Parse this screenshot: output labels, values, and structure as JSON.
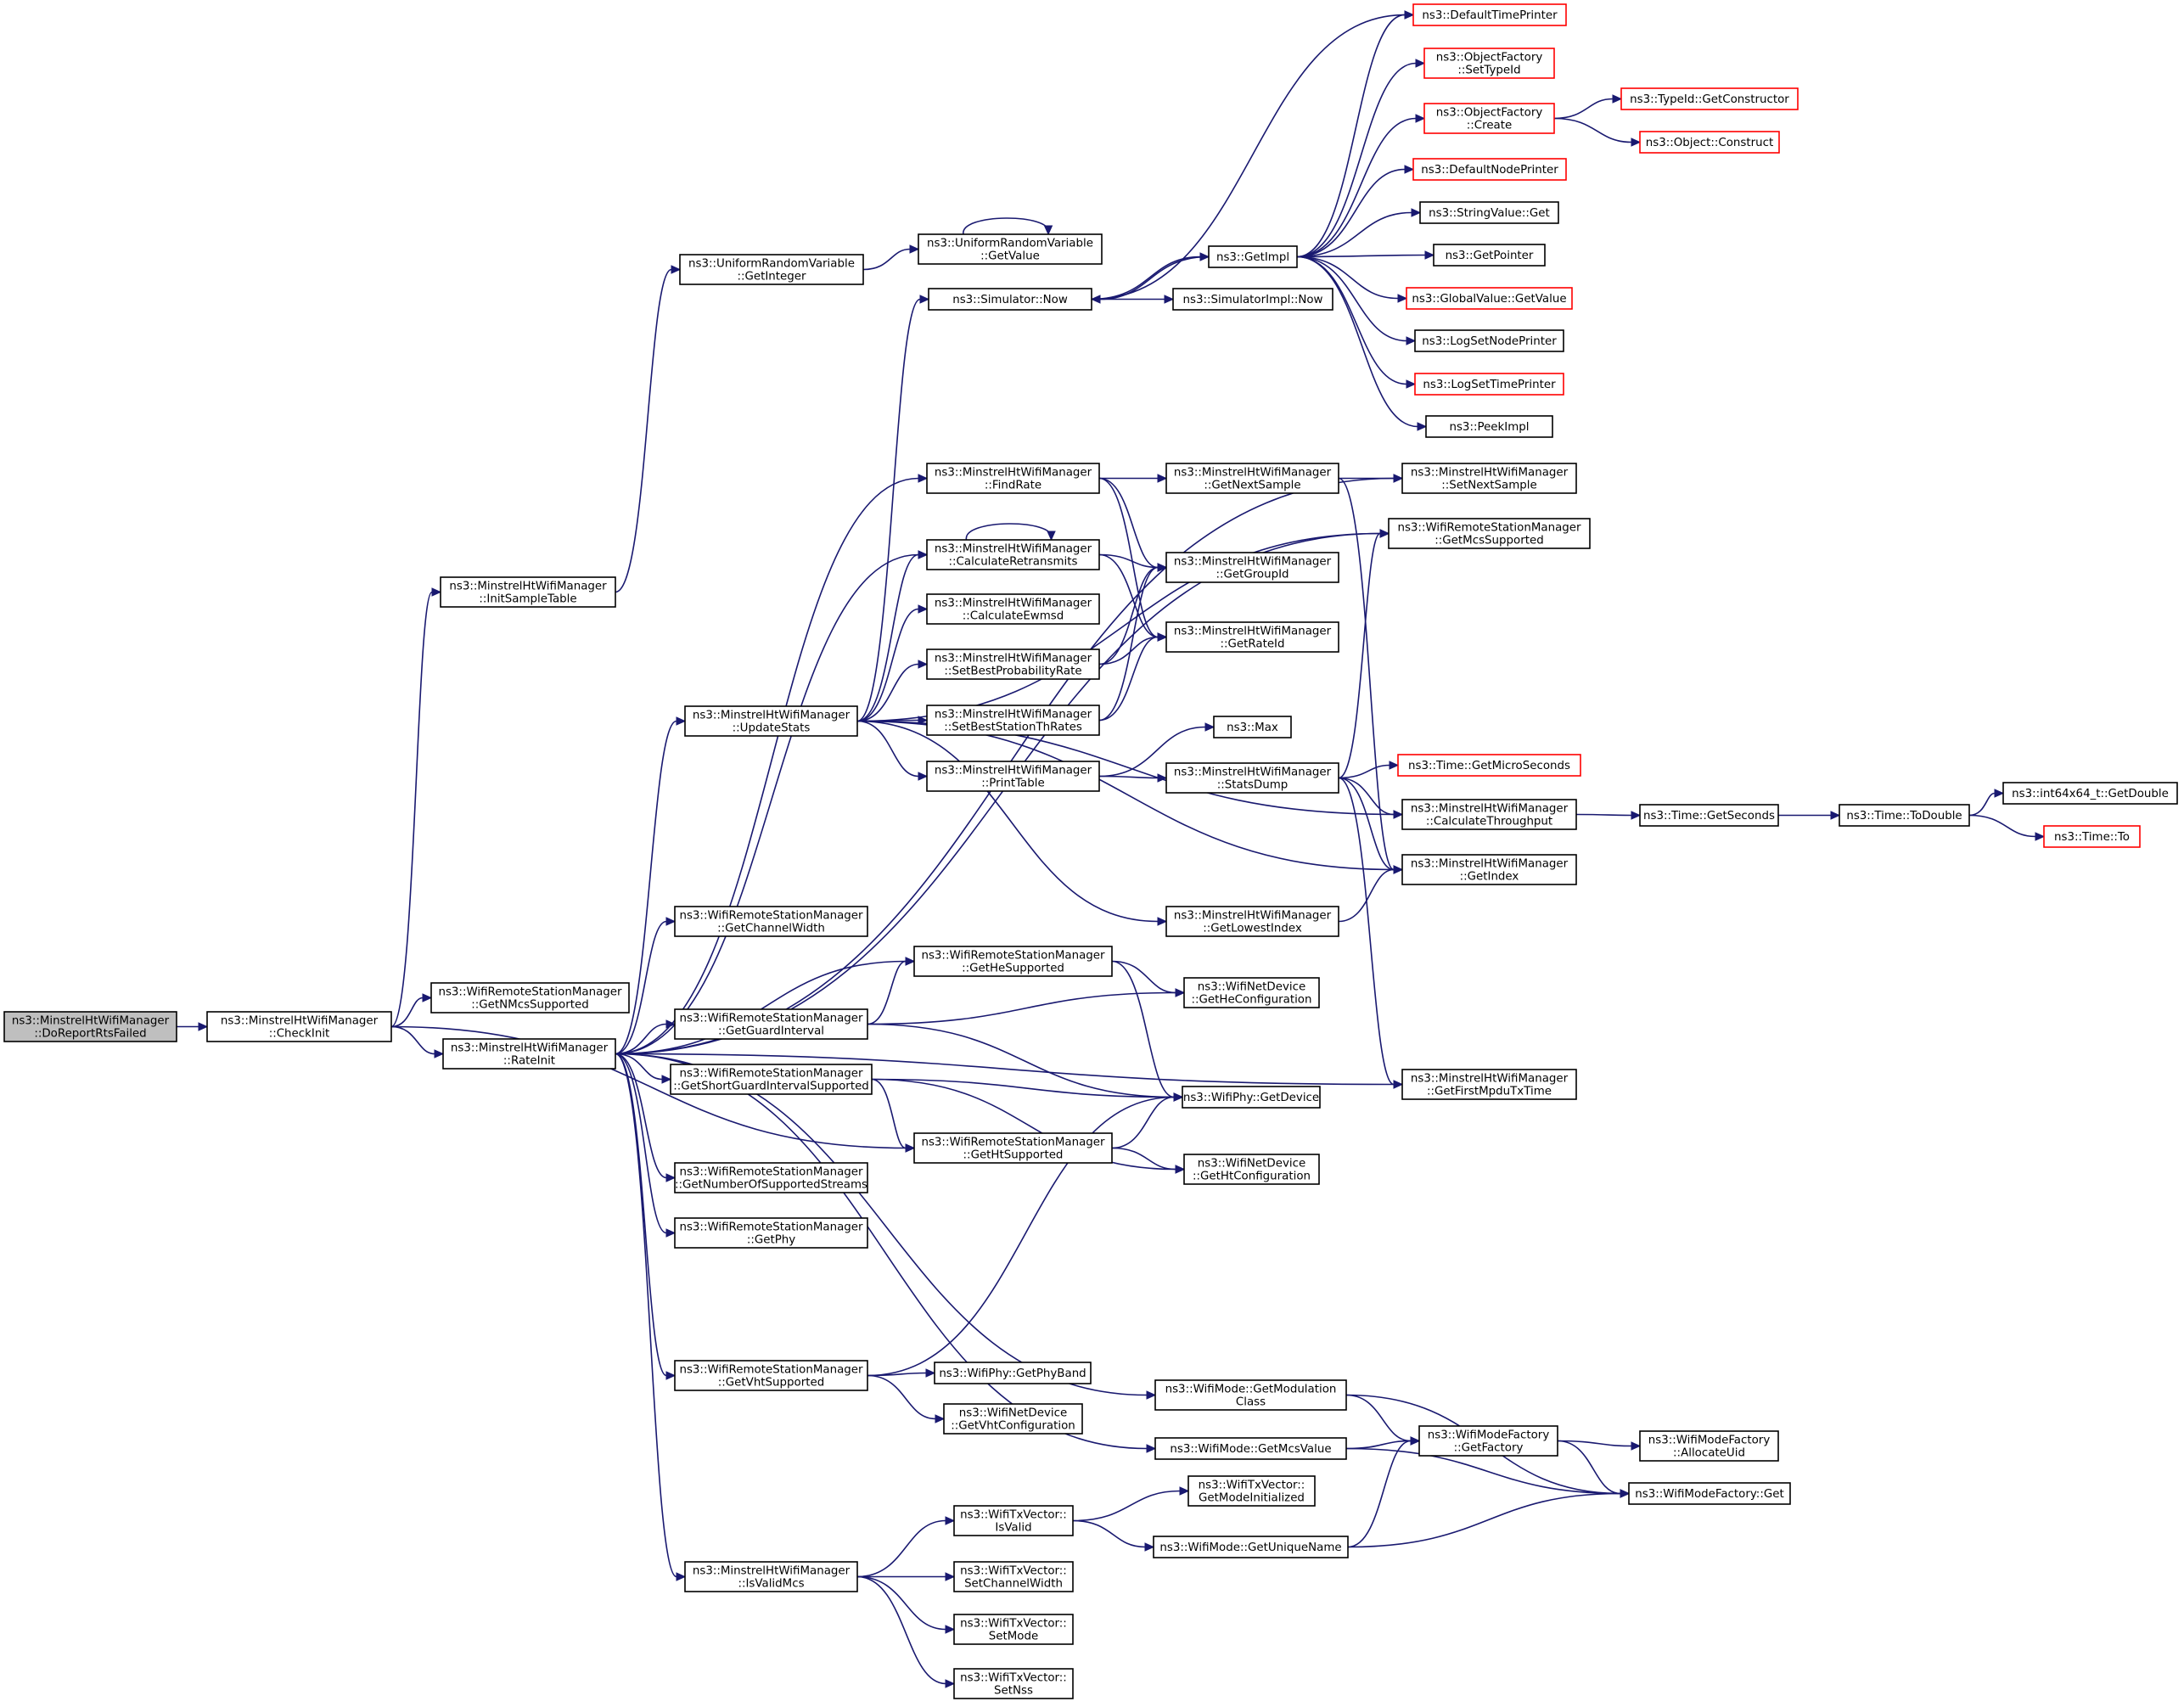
{
  "colors": {
    "edge": "#191970",
    "node_border": "#000000",
    "truncated_border": "#ff0000",
    "root_fill": "#bfbfbf",
    "node_fill": "#ffffff"
  },
  "nodes": [
    {
      "id": "root",
      "lines": [
        "ns3::MinstrelHtWifiManager",
        "::DoReportRtsFailed"
      ],
      "style": "root"
    },
    {
      "id": "checkinit",
      "lines": [
        "ns3::MinstrelHtWifiManager",
        "::CheckInit"
      ]
    },
    {
      "id": "initsample",
      "lines": [
        "ns3::MinstrelHtWifiManager",
        "::InitSampleTable"
      ]
    },
    {
      "id": "urv_getint",
      "lines": [
        "ns3::UniformRandomVariable",
        "::GetInteger"
      ]
    },
    {
      "id": "urv_getval",
      "lines": [
        "ns3::UniformRandomVariable",
        "::GetValue"
      ]
    },
    {
      "id": "getnmcs",
      "lines": [
        "ns3::WifiRemoteStationManager",
        "::GetNMcsSupported"
      ]
    },
    {
      "id": "rateinit",
      "lines": [
        "ns3::MinstrelHtWifiManager",
        "::RateInit"
      ]
    },
    {
      "id": "updatestats",
      "lines": [
        "ns3::MinstrelHtWifiManager",
        "::UpdateStats"
      ]
    },
    {
      "id": "getchanwidth",
      "lines": [
        "ns3::WifiRemoteStationManager",
        "::GetChannelWidth"
      ]
    },
    {
      "id": "getguard",
      "lines": [
        "ns3::WifiRemoteStationManager",
        "::GetGuardInterval"
      ]
    },
    {
      "id": "getsgi",
      "lines": [
        "ns3::WifiRemoteStationManager",
        "::GetShortGuardIntervalSupported"
      ]
    },
    {
      "id": "getnss",
      "lines": [
        "ns3::WifiRemoteStationManager",
        "::GetNumberOfSupportedStreams"
      ]
    },
    {
      "id": "getphy",
      "lines": [
        "ns3::WifiRemoteStationManager",
        "::GetPhy"
      ]
    },
    {
      "id": "getvht",
      "lines": [
        "ns3::WifiRemoteStationManager",
        "::GetVhtSupported"
      ]
    },
    {
      "id": "isvalidmcs",
      "lines": [
        "ns3::MinstrelHtWifiManager",
        "::IsValidMcs"
      ]
    },
    {
      "id": "simnow",
      "lines": [
        "ns3::Simulator::Now"
      ]
    },
    {
      "id": "findrate",
      "lines": [
        "ns3::MinstrelHtWifiManager",
        "::FindRate"
      ]
    },
    {
      "id": "calcretrans",
      "lines": [
        "ns3::MinstrelHtWifiManager",
        "::CalculateRetransmits"
      ]
    },
    {
      "id": "calcewmsd",
      "lines": [
        "ns3::MinstrelHtWifiManager",
        "::CalculateEwmsd"
      ]
    },
    {
      "id": "setbestprob",
      "lines": [
        "ns3::MinstrelHtWifiManager",
        "::SetBestProbabilityRate"
      ]
    },
    {
      "id": "setbestth",
      "lines": [
        "ns3::MinstrelHtWifiManager",
        "::SetBestStationThRates"
      ]
    },
    {
      "id": "printtable",
      "lines": [
        "ns3::MinstrelHtWifiManager",
        "::PrintTable"
      ]
    },
    {
      "id": "getlowest",
      "lines": [
        "ns3::MinstrelHtWifiManager",
        "::GetLowestIndex"
      ]
    },
    {
      "id": "gethesup",
      "lines": [
        "ns3::WifiRemoteStationManager",
        "::GetHeSupported"
      ]
    },
    {
      "id": "gethtsup",
      "lines": [
        "ns3::WifiRemoteStationManager",
        "::GetHtSupported"
      ]
    },
    {
      "id": "getphyband",
      "lines": [
        "ns3::WifiPhy::GetPhyBand"
      ]
    },
    {
      "id": "getvhtconf",
      "lines": [
        "ns3::WifiNetDevice",
        "::GetVhtConfiguration"
      ]
    },
    {
      "id": "txv_isvalid",
      "lines": [
        "ns3::WifiTxVector::",
        "IsValid"
      ]
    },
    {
      "id": "txv_setcw",
      "lines": [
        "ns3::WifiTxVector::",
        "SetChannelWidth"
      ]
    },
    {
      "id": "txv_setmode",
      "lines": [
        "ns3::WifiTxVector::",
        "SetMode"
      ]
    },
    {
      "id": "txv_setnss",
      "lines": [
        "ns3::WifiTxVector::",
        "SetNss"
      ]
    },
    {
      "id": "getimpl",
      "lines": [
        "ns3::GetImpl"
      ]
    },
    {
      "id": "simimplnow",
      "lines": [
        "ns3::SimulatorImpl::Now"
      ]
    },
    {
      "id": "getnextsample",
      "lines": [
        "ns3::MinstrelHtWifiManager",
        "::GetNextSample"
      ]
    },
    {
      "id": "getgroupid",
      "lines": [
        "ns3::MinstrelHtWifiManager",
        "::GetGroupId"
      ]
    },
    {
      "id": "getrateid",
      "lines": [
        "ns3::MinstrelHtWifiManager",
        "::GetRateId"
      ]
    },
    {
      "id": "max",
      "lines": [
        "ns3::Max"
      ]
    },
    {
      "id": "statsdump",
      "lines": [
        "ns3::MinstrelHtWifiManager",
        "::StatsDump"
      ]
    },
    {
      "id": "getheconf",
      "lines": [
        "ns3::WifiNetDevice",
        "::GetHeConfiguration"
      ]
    },
    {
      "id": "phygetdev",
      "lines": [
        "ns3::WifiPhy::GetDevice"
      ]
    },
    {
      "id": "gethtconf",
      "lines": [
        "ns3::WifiNetDevice",
        "::GetHtConfiguration"
      ]
    },
    {
      "id": "getmodclass",
      "lines": [
        "ns3::WifiMode::GetModulation",
        "Class"
      ]
    },
    {
      "id": "getmcsvalue",
      "lines": [
        "ns3::WifiMode::GetMcsValue"
      ]
    },
    {
      "id": "txv_getmodeinit",
      "lines": [
        "ns3::WifiTxVector::",
        "GetModeInitialized"
      ]
    },
    {
      "id": "getuniquename",
      "lines": [
        "ns3::WifiMode::GetUniqueName"
      ]
    },
    {
      "id": "deftimeprinter",
      "lines": [
        "ns3::DefaultTimePrinter"
      ],
      "style": "trunc"
    },
    {
      "id": "objf_settypeid",
      "lines": [
        "ns3::ObjectFactory",
        "::SetTypeId"
      ],
      "style": "trunc"
    },
    {
      "id": "objf_create",
      "lines": [
        "ns3::ObjectFactory",
        "::Create"
      ],
      "style": "trunc"
    },
    {
      "id": "defnodeprinter",
      "lines": [
        "ns3::DefaultNodePrinter"
      ],
      "style": "trunc"
    },
    {
      "id": "stringvalget",
      "lines": [
        "ns3::StringValue::Get"
      ]
    },
    {
      "id": "getpointer",
      "lines": [
        "ns3::GetPointer"
      ]
    },
    {
      "id": "globalvalget",
      "lines": [
        "ns3::GlobalValue::GetValue"
      ],
      "style": "trunc"
    },
    {
      "id": "logsetnode",
      "lines": [
        "ns3::LogSetNodePrinter"
      ]
    },
    {
      "id": "logsettime",
      "lines": [
        "ns3::LogSetTimePrinter"
      ],
      "style": "trunc"
    },
    {
      "id": "peekimpl",
      "lines": [
        "ns3::PeekImpl"
      ]
    },
    {
      "id": "setnextsample",
      "lines": [
        "ns3::MinstrelHtWifiManager",
        "::SetNextSample"
      ]
    },
    {
      "id": "getmcssup",
      "lines": [
        "ns3::WifiRemoteStationManager",
        "::GetMcsSupported"
      ]
    },
    {
      "id": "timemicro",
      "lines": [
        "ns3::Time::GetMicroSeconds"
      ],
      "style": "trunc"
    },
    {
      "id": "calcthroughput",
      "lines": [
        "ns3::MinstrelHtWifiManager",
        "::CalculateThroughput"
      ]
    },
    {
      "id": "getindex",
      "lines": [
        "ns3::MinstrelHtWifiManager",
        "::GetIndex"
      ]
    },
    {
      "id": "getfirstmpdu",
      "lines": [
        "ns3::MinstrelHtWifiManager",
        "::GetFirstMpduTxTime"
      ]
    },
    {
      "id": "wmf_getfactory",
      "lines": [
        "ns3::WifiModeFactory",
        "::GetFactory"
      ]
    },
    {
      "id": "wmf_alloc",
      "lines": [
        "ns3::WifiModeFactory",
        "::AllocateUid"
      ]
    },
    {
      "id": "wmf_get",
      "lines": [
        "ns3::WifiModeFactory::Get"
      ]
    },
    {
      "id": "typeid_getctor",
      "lines": [
        "ns3::TypeId::GetConstructor"
      ],
      "style": "trunc"
    },
    {
      "id": "obj_construct",
      "lines": [
        "ns3::Object::Construct"
      ],
      "style": "trunc"
    },
    {
      "id": "time_getsec",
      "lines": [
        "ns3::Time::GetSeconds"
      ]
    },
    {
      "id": "time_todouble",
      "lines": [
        "ns3::Time::ToDouble"
      ]
    },
    {
      "id": "int64_getdouble",
      "lines": [
        "ns3::int64x64_t::GetDouble"
      ]
    },
    {
      "id": "time_to",
      "lines": [
        "ns3::Time::To"
      ],
      "style": "trunc"
    }
  ],
  "edges": [
    [
      "root",
      "checkinit"
    ],
    [
      "checkinit",
      "initsample"
    ],
    [
      "checkinit",
      "getnmcs"
    ],
    [
      "checkinit",
      "rateinit"
    ],
    [
      "checkinit",
      "gethtsup"
    ],
    [
      "initsample",
      "urv_getint"
    ],
    [
      "urv_getint",
      "urv_getval"
    ],
    [
      "urv_getval",
      "urv_getval"
    ],
    [
      "rateinit",
      "updatestats"
    ],
    [
      "rateinit",
      "getchanwidth"
    ],
    [
      "rateinit",
      "getguard"
    ],
    [
      "rateinit",
      "getsgi"
    ],
    [
      "rateinit",
      "getnss"
    ],
    [
      "rateinit",
      "getphy"
    ],
    [
      "rateinit",
      "getvht"
    ],
    [
      "rateinit",
      "isvalidmcs"
    ],
    [
      "rateinit",
      "findrate"
    ],
    [
      "rateinit",
      "calcretrans"
    ],
    [
      "rateinit",
      "gethesup"
    ],
    [
      "rateinit",
      "setnextsample"
    ],
    [
      "rateinit",
      "getmcssup"
    ],
    [
      "rateinit",
      "getfirstmpdu"
    ],
    [
      "rateinit",
      "getmodclass"
    ],
    [
      "rateinit",
      "getmcsvalue"
    ],
    [
      "updatestats",
      "simnow"
    ],
    [
      "updatestats",
      "calcretrans"
    ],
    [
      "updatestats",
      "calcewmsd"
    ],
    [
      "updatestats",
      "setbestprob"
    ],
    [
      "updatestats",
      "setbestth"
    ],
    [
      "updatestats",
      "printtable"
    ],
    [
      "updatestats",
      "getlowest"
    ],
    [
      "updatestats",
      "calcthroughput"
    ],
    [
      "updatestats",
      "getindex"
    ],
    [
      "updatestats",
      "getmcssup"
    ],
    [
      "simnow",
      "getimpl"
    ],
    [
      "simnow",
      "simimplnow"
    ],
    [
      "getimpl",
      "deftimeprinter"
    ],
    [
      "getimpl",
      "objf_settypeid"
    ],
    [
      "getimpl",
      "objf_create"
    ],
    [
      "getimpl",
      "defnodeprinter"
    ],
    [
      "getimpl",
      "stringvalget"
    ],
    [
      "getimpl",
      "getpointer"
    ],
    [
      "getimpl",
      "globalvalget"
    ],
    [
      "getimpl",
      "logsetnode"
    ],
    [
      "getimpl",
      "logsettime"
    ],
    [
      "getimpl",
      "peekimpl"
    ],
    [
      "getimpl",
      "simnow"
    ],
    [
      "simnow",
      "deftimeprinter"
    ],
    [
      "objf_create",
      "typeid_getctor"
    ],
    [
      "objf_create",
      "obj_construct"
    ],
    [
      "findrate",
      "getnextsample"
    ],
    [
      "findrate",
      "getgroupid"
    ],
    [
      "findrate",
      "getrateid"
    ],
    [
      "getnextsample",
      "setnextsample"
    ],
    [
      "getnextsample",
      "getindex"
    ],
    [
      "calcretrans",
      "calcretrans"
    ],
    [
      "calcretrans",
      "getgroupid"
    ],
    [
      "calcretrans",
      "getrateid"
    ],
    [
      "setbestprob",
      "getgroupid"
    ],
    [
      "setbestprob",
      "getrateid"
    ],
    [
      "setbestth",
      "getgroupid"
    ],
    [
      "setbestth",
      "getrateid"
    ],
    [
      "printtable",
      "max"
    ],
    [
      "printtable",
      "statsdump"
    ],
    [
      "statsdump",
      "timemicro"
    ],
    [
      "statsdump",
      "calcthroughput"
    ],
    [
      "statsdump",
      "getindex"
    ],
    [
      "statsdump",
      "getmcssup"
    ],
    [
      "statsdump",
      "getfirstmpdu"
    ],
    [
      "getlowest",
      "getindex"
    ],
    [
      "calcthroughput",
      "time_getsec"
    ],
    [
      "time_getsec",
      "time_todouble"
    ],
    [
      "time_todouble",
      "int64_getdouble"
    ],
    [
      "time_todouble",
      "time_to"
    ],
    [
      "gethesup",
      "getheconf"
    ],
    [
      "gethesup",
      "phygetdev"
    ],
    [
      "getguard",
      "gethesup"
    ],
    [
      "getguard",
      "getheconf"
    ],
    [
      "getguard",
      "phygetdev"
    ],
    [
      "getsgi",
      "phygetdev"
    ],
    [
      "getsgi",
      "gethtsup"
    ],
    [
      "getsgi",
      "gethtconf"
    ],
    [
      "gethtsup",
      "phygetdev"
    ],
    [
      "gethtsup",
      "gethtconf"
    ],
    [
      "getvht",
      "phygetdev"
    ],
    [
      "getvht",
      "getphyband"
    ],
    [
      "getvht",
      "getvhtconf"
    ],
    [
      "getmodclass",
      "wmf_getfactory"
    ],
    [
      "getmodclass",
      "wmf_get"
    ],
    [
      "getmcsvalue",
      "wmf_getfactory"
    ],
    [
      "getmcsvalue",
      "wmf_get"
    ],
    [
      "wmf_getfactory",
      "wmf_alloc"
    ],
    [
      "wmf_getfactory",
      "wmf_get"
    ],
    [
      "getuniquename",
      "wmf_getfactory"
    ],
    [
      "getuniquename",
      "wmf_get"
    ],
    [
      "isvalidmcs",
      "txv_isvalid"
    ],
    [
      "isvalidmcs",
      "txv_setcw"
    ],
    [
      "isvalidmcs",
      "txv_setmode"
    ],
    [
      "isvalidmcs",
      "txv_setnss"
    ],
    [
      "txv_isvalid",
      "txv_getmodeinit"
    ],
    [
      "txv_isvalid",
      "getuniquename"
    ]
  ]
}
